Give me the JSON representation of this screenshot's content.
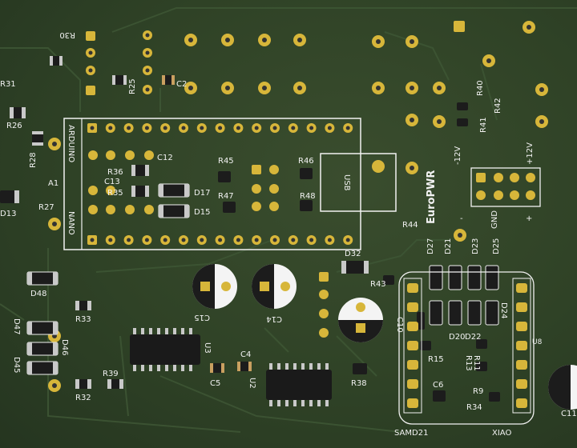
{
  "labels": {
    "r30": "R30",
    "r31": "R31",
    "r26": "R26",
    "r28": "R28",
    "a1": "A1",
    "r27": "R27",
    "d13": "D13",
    "r25": "R25",
    "c2": "C2",
    "arduino": "ARDUINO",
    "nano": "NANO",
    "c12": "C12",
    "r36": "R36",
    "c13": "C13",
    "r35": "R35",
    "d17": "D17",
    "d15": "D15",
    "r45": "R45",
    "r46": "R46",
    "r47": "R47",
    "r48": "R48",
    "usb": "USB",
    "europwr": "EuroPWR",
    "m12v": "-12V",
    "p12v": "+12V",
    "minus": "-",
    "gnd": "GND",
    "plus": "+",
    "r40": "R40",
    "r42": "R42",
    "r41": "R41",
    "r44": "R44",
    "d27": "D27",
    "d21": "D21",
    "d23": "D23",
    "d25": "D25",
    "d32": "D32",
    "r43": "R43",
    "c10": "C10",
    "d24": "D24",
    "d22": "D22",
    "d20": "D20",
    "r13": "R13",
    "r11": "R11",
    "r15": "R15",
    "r9": "R9",
    "c6": "C6",
    "r34": "R34",
    "u8": "U8",
    "samd21": "SAMD21",
    "xiao": "XIAO",
    "d48": "D48",
    "d47": "D47",
    "d46": "D46",
    "d45": "D45",
    "r33": "R33",
    "r39": "R39",
    "r32": "R32",
    "c15": "C15",
    "c14": "C14",
    "u3": "U3",
    "c4": "C4",
    "c5": "C5",
    "u2": "U2",
    "r38": "R38",
    "c11": "C11"
  },
  "colors": {
    "board": "#2f4226",
    "silkscreen": "#f2f2f2",
    "pad_gold": "#d7b63a",
    "smd_body": "#1c1c1c",
    "track": "#3c5233",
    "cap_white": "#f4f4f4",
    "ic_body": "#1a1a1a"
  }
}
